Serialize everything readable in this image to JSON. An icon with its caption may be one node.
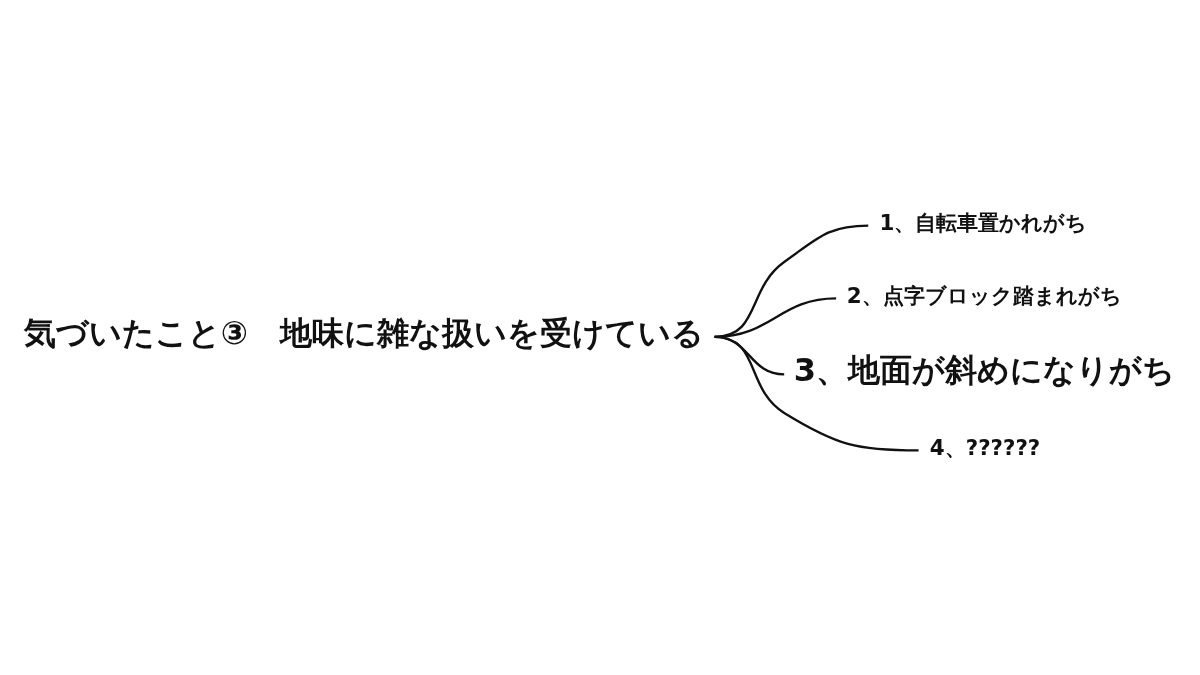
{
  "diagram": {
    "nodes": [
      {
        "text": [
          "気づいたこと③　地味に雑な扱いを受けている"
        ]
      },
      {
        "text": [
          "1、自転車置かれがち"
        ]
      },
      {
        "text": [
          "2、点字ブロック踏まれがち"
        ]
      },
      {
        "text": [
          "3、地面が斜めになりがち"
        ]
      },
      {
        "text": [
          "4、??????"
        ]
      }
    ],
    "edges": [
      {
        "from": 0,
        "to": 1,
        "arrow": "none"
      },
      {
        "from": 0,
        "to": 2,
        "arrow": "none"
      },
      {
        "from": 0,
        "to": 3,
        "arrow": "none"
      },
      {
        "from": 0,
        "to": 4,
        "arrow": "none"
      }
    ]
  }
}
